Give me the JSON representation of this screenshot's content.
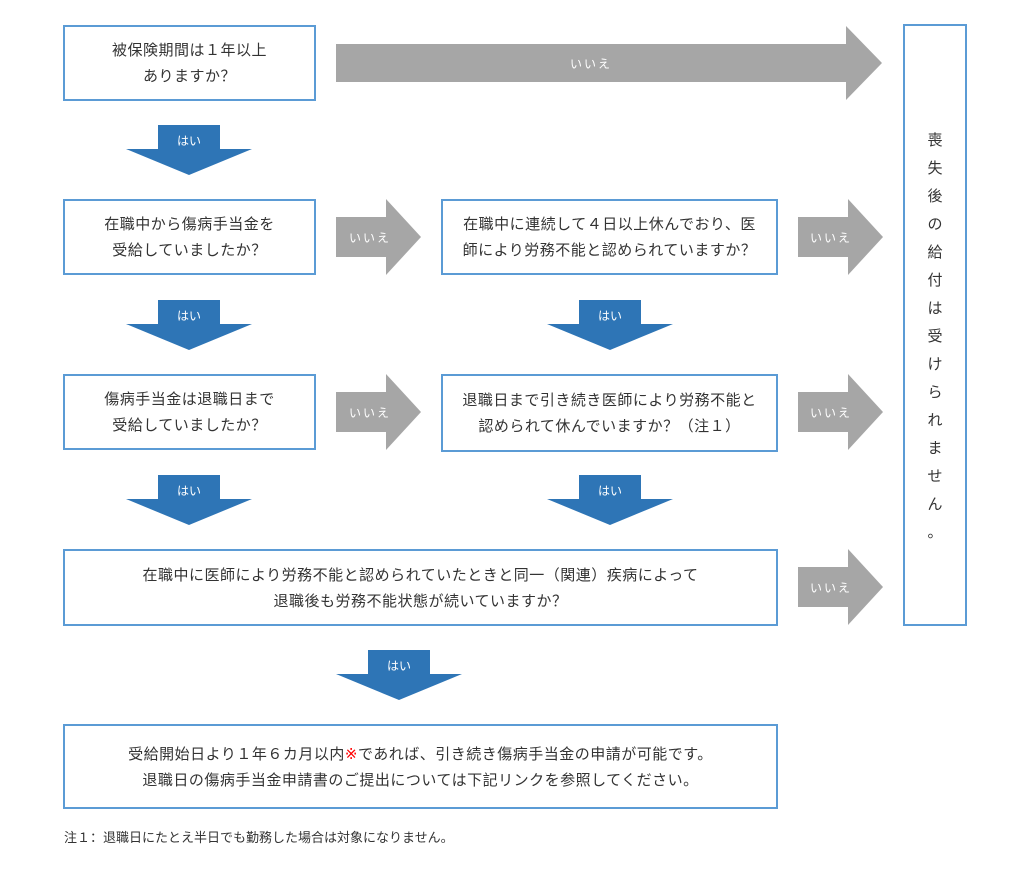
{
  "questions": {
    "q1": [
      "被保険期間は１年以上",
      "ありますか？"
    ],
    "q2": [
      "在職中から傷病手当金を",
      "受給していましたか？"
    ],
    "q3": [
      "在職中に連続して４日以上休んでおり、医",
      "師により労務不能と認められていますか？"
    ],
    "q4": [
      "傷病手当金は退職日まで",
      "受給していましたか？"
    ],
    "q5": [
      "退職日まで引き続き医師により労務不能と",
      "認められて休んでいますか？（注１）"
    ],
    "q6": [
      "在職中に医師により労務不能と認められていたときと同一（関連）疾病によって",
      "退職後も労務不能状態が続いていますか？"
    ]
  },
  "result": {
    "line1_before": "受給開始日より１年６カ月以内",
    "line1_mark": "※",
    "line1_after": "であれば、引き続き傷病手当金の申請が可能です。",
    "line2": "退職日の傷病手当金申請書のご提出については下記リンクを参照してください。"
  },
  "side_result": "喪失後の給付は受けられません。",
  "labels": {
    "yes": "はい",
    "no": "いいえ"
  },
  "note": "注１：退職日にたとえ半日でも勤務した場合は対象になりません。",
  "colors": {
    "box_border": "#5b9bd5",
    "yes_arrow": "#2e75b6",
    "no_arrow": "#a6a6a6",
    "mark": "#ff0000"
  }
}
